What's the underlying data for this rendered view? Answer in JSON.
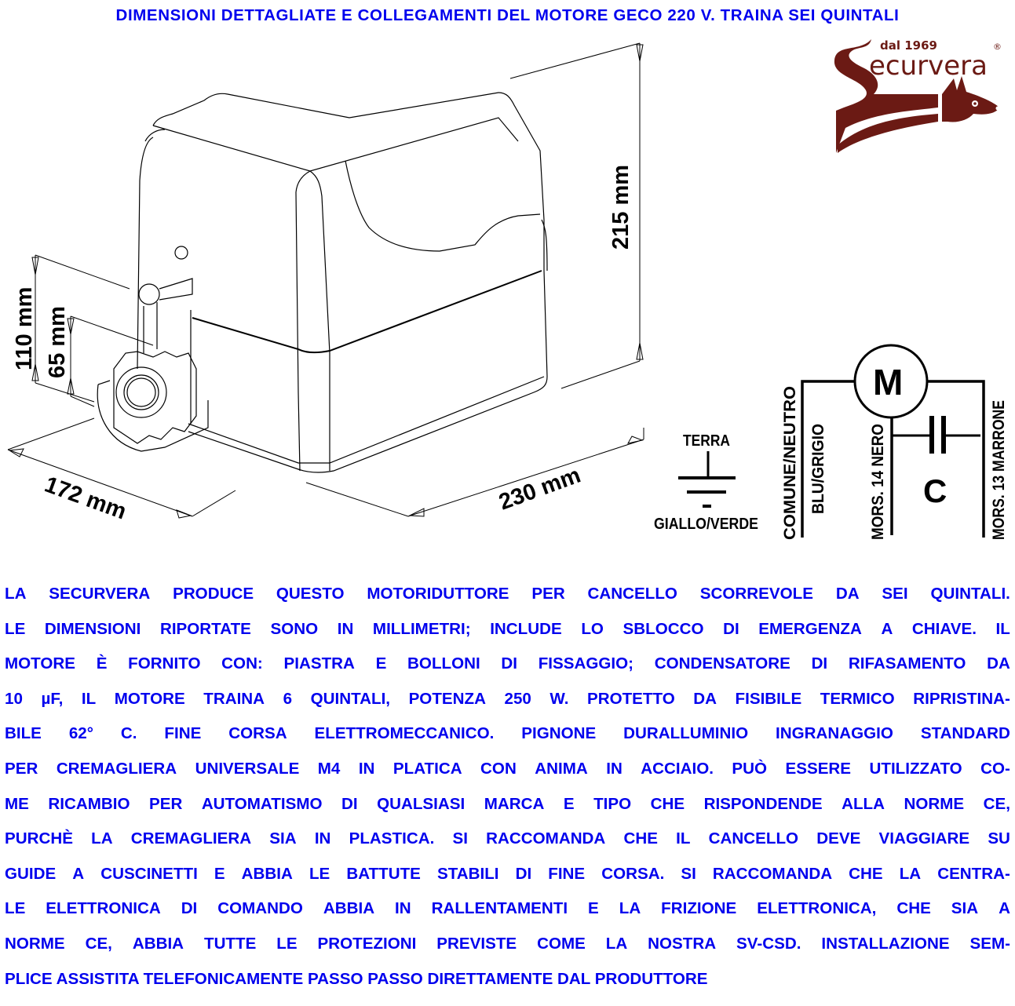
{
  "header": {
    "title": "DIMENSIONI DETTAGLIATE E COLLEGAMENTI DEL MOTORE GECO 220 V. TRAINA SEI QUINTALI"
  },
  "logo": {
    "brand": "Securvera",
    "since": "dal 1969",
    "registered_mark": "®",
    "color": "#6b1a14"
  },
  "dimensions": {
    "height_total": "215 mm",
    "depth": "172 mm",
    "width": "230 mm",
    "rack_height": "110 mm",
    "pinion_height": "65 mm"
  },
  "wiring": {
    "motor_symbol": "M",
    "capacitor_symbol": "C",
    "earth_top": "TERRA",
    "earth_bottom": "GIALLO/VERDE",
    "common_label": "COMUNE/NEUTRO",
    "common_color": "BLU/GRIGIO",
    "terminal_14": "MORS. 14 NERO",
    "terminal_13": "MORS. 13 MARRONE"
  },
  "description": {
    "color": "#0000ee",
    "lines": [
      "LA SECURVERA PRODUCE QUESTO MOTORIDUTTORE PER CANCELLO SCORREVOLE DA SEI QUINTALI.",
      "LE DIMENSIONI RIPORTATE SONO IN MILLIMETRI; INCLUDE LO SBLOCCO DI EMERGENZA A CHIAVE. IL",
      "MOTORE È FORNITO CON: PIASTRA E BOLLONI DI FISSAGGIO; CONDENSATORE DI RIFASAMENTO DA",
      "10 µF, IL MOTORE TRAINA 6 QUINTALI, POTENZA 250 W. PROTETTO DA FISIBILE TERMICO RIPRISTINA-",
      "BILE 62° C. FINE CORSA ELETTROMECCANICO. PIGNONE DURALLUMINIO INGRANAGGIO STANDARD",
      "PER CREMAGLIERA UNIVERSALE M4 IN PLATICA CON ANIMA IN ACCIAIO. PUÒ ESSERE UTILIZZATO CO-",
      "ME RICAMBIO PER AUTOMATISMO DI QUALSIASI MARCA E TIPO CHE RISPONDENDE ALLA NORME CE,",
      "PURCHÈ LA CREMAGLIERA SIA IN PLASTICA. SI RACCOMANDA CHE IL CANCELLO DEVE VIAGGIARE SU",
      "GUIDE A CUSCINETTI E ABBIA LE BATTUTE STABILI DI FINE CORSA. SI RACCOMANDA CHE LA CENTRA-",
      "LE ELETTRONICA DI COMANDO ABBIA IN RALLENTAMENTI E LA FRIZIONE ELETTRONICA, CHE SIA A",
      "NORME CE, ABBIA TUTTE LE PROTEZIONI PREVISTE COME LA NOSTRA SV-CSD. INSTALLAZIONE SEM-",
      "PLICE ASSISTITA TELEFONICAMENTE PASSO PASSO DIRETTAMENTE DAL PRODUTTORE"
    ]
  }
}
